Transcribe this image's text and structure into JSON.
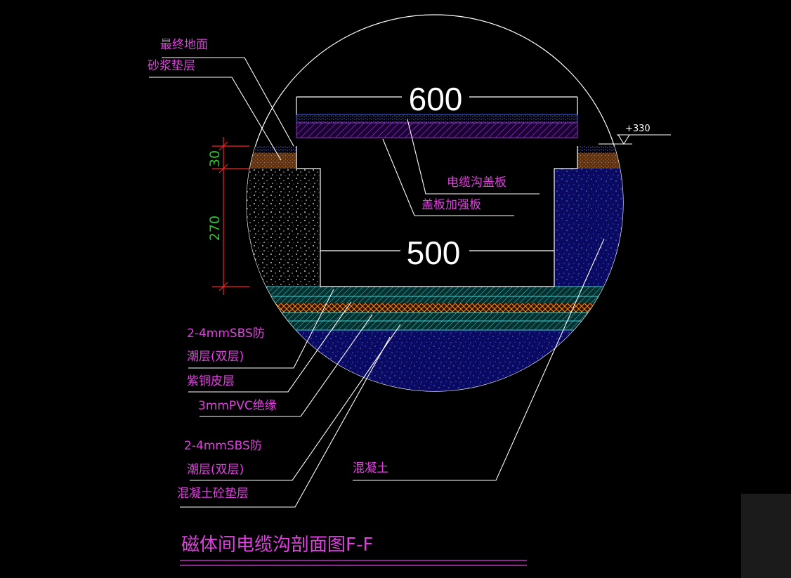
{
  "drawing": {
    "title": "磁体间电缆沟剖面图F-F",
    "dimensions": {
      "top_width": "600",
      "inner_width": "500",
      "dim_30": "30",
      "dim_270": "270",
      "elevation": "+330"
    },
    "labels": {
      "final_ground": "最终地面",
      "mortar_bed": "砂浆垫层",
      "cover_plate": "电缆沟盖板",
      "cover_reinforce": "盖板加强板",
      "sbs1_line1": "2-4mmSBS防",
      "sbs1_line2": "潮层(双层)",
      "copper": "紫铜皮层",
      "pvc": "3mmPVC绝缘",
      "sbs2_line1": "2-4mmSBS防",
      "sbs2_line2": "潮层(双层)",
      "cushion": "混凝土砼垫层",
      "concrete": "混凝土"
    },
    "colors": {
      "leader": "#ffffff",
      "label": "#e040e0",
      "dimension_red": "#ff2020",
      "dimension_text_green": "#2ec32e",
      "concrete_fill": "#0a0a60",
      "hatch_purple": "#9a2fd0",
      "layer_cyan": "#3fd0d0",
      "layer_orange": "#ff8a1a",
      "mortar_brown": "#a0622a"
    }
  }
}
